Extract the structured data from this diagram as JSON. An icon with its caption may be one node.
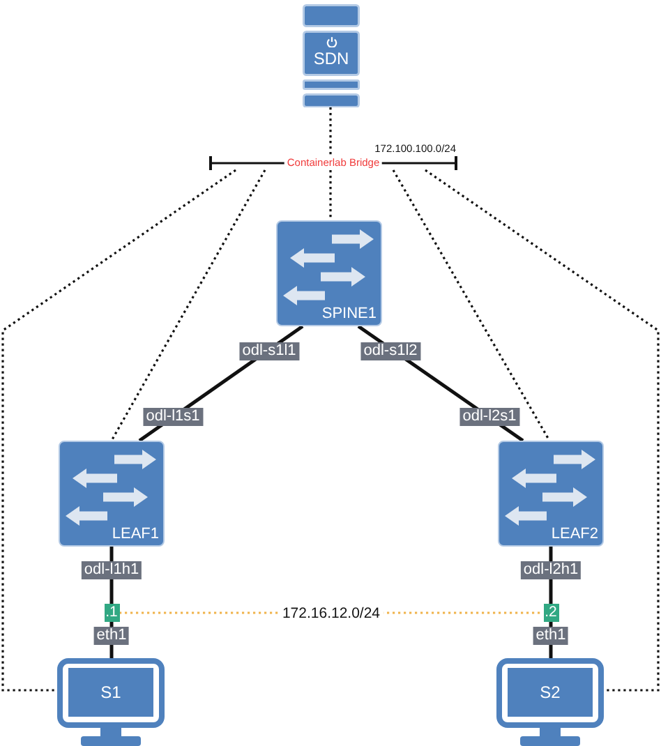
{
  "diagram": {
    "nodes": [
      {
        "text": [
          "SDN"
        ]
      },
      {
        "text": [
          "Containerlab Bridge"
        ],
        "beside": [
          "172.100.100.0/24"
        ]
      },
      {
        "text": [
          "SPINE1"
        ]
      },
      {
        "text": [
          "LEAF1"
        ]
      },
      {
        "text": [
          "LEAF2"
        ]
      },
      {
        "text": [
          ".1"
        ]
      },
      {
        "text": [
          ".2"
        ]
      },
      {
        "text": [
          "S1"
        ]
      },
      {
        "text": [
          "S2"
        ]
      }
    ],
    "edges": [
      {
        "from": 0,
        "to": 1,
        "arrow": "none",
        "style": "dashed"
      },
      {
        "from": 1,
        "to": 2,
        "arrow": "none",
        "style": "dashed"
      },
      {
        "from": 1,
        "to": 3,
        "arrow": "none",
        "style": "dashed"
      },
      {
        "from": 1,
        "to": 4,
        "arrow": "none",
        "style": "dashed"
      },
      {
        "from": 1,
        "to": 7,
        "arrow": "none",
        "style": "dashed"
      },
      {
        "from": 1,
        "to": 8,
        "arrow": "none",
        "style": "dashed"
      },
      {
        "from": 2,
        "to": 3,
        "arrow": "none"
      },
      {
        "from": 2,
        "to": 4,
        "arrow": "none"
      },
      {
        "from": 3,
        "to": 7,
        "arrow": "none"
      },
      {
        "from": 4,
        "to": 8,
        "arrow": "none"
      },
      {
        "from": 5,
        "to": 6,
        "arrow": "none",
        "style": "dashed",
        "color": "#f0b44c",
        "label": "172.16.12.0/24"
      }
    ],
    "labels": [
      "odl-s1l1",
      "odl-s1l2",
      "odl-l1s1",
      "odl-l2s1",
      "odl-l1h1",
      "odl-l2h1",
      "eth1",
      "eth1"
    ]
  }
}
